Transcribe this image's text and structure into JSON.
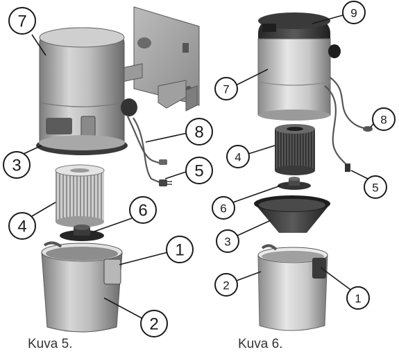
{
  "captions": {
    "left": "Kuva 5.",
    "right": "Kuva 6."
  },
  "callouts_left": {
    "c7": "7",
    "c8": "8",
    "c5": "5",
    "c3": "3",
    "c4": "4",
    "c6": "6",
    "c1": "1",
    "c2": "2"
  },
  "callouts_right": {
    "c9": "9",
    "c7": "7",
    "c8": "8",
    "c4": "4",
    "c5": "5",
    "c6": "6",
    "c3": "3",
    "c2": "2",
    "c1": "1"
  },
  "colors": {
    "metal_light": "#d9d9d9",
    "metal_mid": "#a8a8a8",
    "metal_dark": "#6e6e6e",
    "filter_dark": "#3f3f3f",
    "bowl_dark": "#2f2f2f"
  }
}
